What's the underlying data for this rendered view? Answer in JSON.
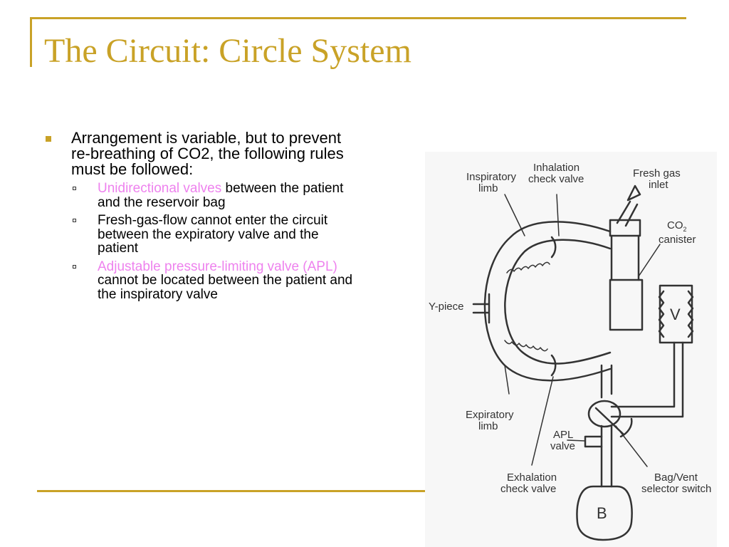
{
  "slide": {
    "title": "The Circuit: Circle System",
    "accent_color": "#C9A227",
    "highlight_color": "#EE82EE"
  },
  "content": {
    "main_bullet": "Arrangement is variable, but to prevent re-breathing of CO2, the following rules must be followed:",
    "sub_bullets": [
      {
        "highlight": "Unidirectional valves",
        "text": " between the patient and the reservoir bag"
      },
      {
        "highlight": "",
        "text": "Fresh-gas-flow cannot enter the circuit between the expiratory valve and the patient"
      },
      {
        "highlight": "Adjustable pressure-limiting valve (APL)",
        "text": " cannot be located between the patient and the inspiratory valve"
      }
    ]
  },
  "diagram": {
    "labels": {
      "inspiratory_limb": [
        "Inspiratory",
        "limb"
      ],
      "inhalation_check_valve": [
        "Inhalation",
        "check valve"
      ],
      "fresh_gas_inlet": [
        "Fresh gas",
        "inlet"
      ],
      "co2_canister": [
        "CO",
        "2",
        "canister"
      ],
      "y_piece": "Y-piece",
      "ventilator": "V",
      "expiratory_limb": [
        "Expiratory",
        "limb"
      ],
      "apl_valve": [
        "APL",
        "valve"
      ],
      "exhalation_check_valve": [
        "Exhalation",
        "check valve"
      ],
      "bag_vent_selector": [
        "Bag/Vent",
        "selector switch"
      ],
      "bag": "B"
    }
  }
}
